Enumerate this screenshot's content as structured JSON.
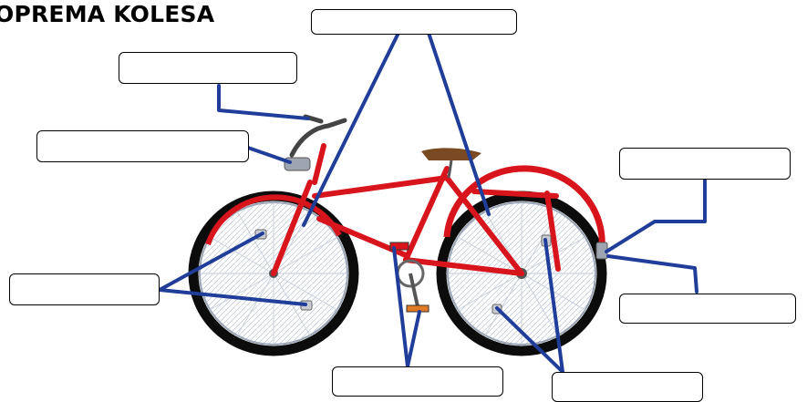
{
  "title": "OPREMA KOLESA",
  "label_boxes": [
    {
      "id": "top-center",
      "text": ""
    },
    {
      "id": "upper-left",
      "text": ""
    },
    {
      "id": "mid-left",
      "text": ""
    },
    {
      "id": "right-upper",
      "text": ""
    },
    {
      "id": "lower-left",
      "text": ""
    },
    {
      "id": "right-lower",
      "text": ""
    },
    {
      "id": "bottom-center",
      "text": ""
    },
    {
      "id": "bottom-right",
      "text": ""
    }
  ],
  "colors": {
    "leader_line": "#1f3d99",
    "frame": "#d8141c",
    "tire": "#0c0c0c",
    "saddle": "#7a4a22"
  }
}
